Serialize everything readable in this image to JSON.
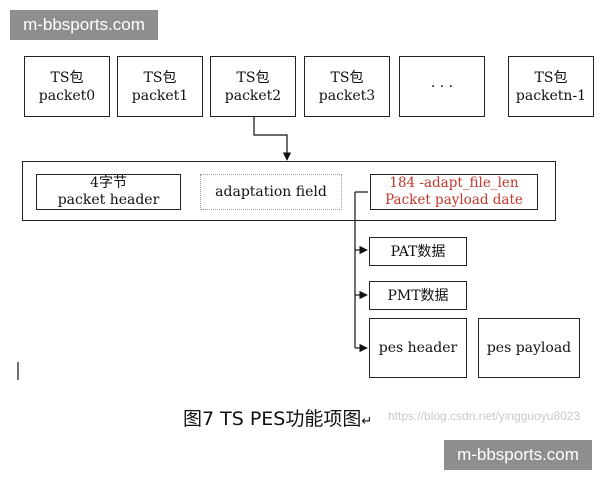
{
  "badges": {
    "top_left": "m-bbsports.com",
    "bottom_right": "m-bbsports.com"
  },
  "packets": [
    {
      "line1": "TS包",
      "line2": "packet0"
    },
    {
      "line1": "TS包",
      "line2": "packet1"
    },
    {
      "line1": "TS包",
      "line2": "packet2"
    },
    {
      "line1": "TS包",
      "line2": "packet3"
    },
    {
      "line1": "· · ·",
      "line2": ""
    },
    {
      "line1": "TS包",
      "line2": "packetn-1"
    }
  ],
  "structure": {
    "header": {
      "line1": "4字节",
      "line2": "packet header"
    },
    "adaptation": "adaptation field",
    "payload": {
      "line1": "184 -adapt_file_len",
      "line2": "Packet payload date"
    }
  },
  "payload_types": {
    "pat": "PAT数据",
    "pmt": "PMT数据",
    "pes_header": "pes header",
    "pes_payload": "pes payload"
  },
  "caption": "图7 TS PES功能项图",
  "caption_mark": "↵",
  "watermark": "https://blog.csdn.net/yingguoyu8023",
  "colors": {
    "payload_text": "#c0392b",
    "badge_bg": "#8e8e8e"
  }
}
